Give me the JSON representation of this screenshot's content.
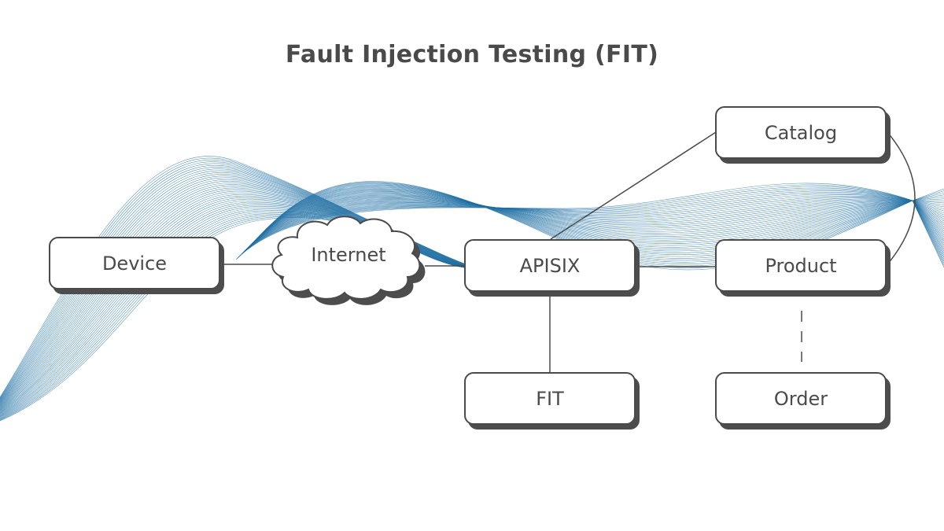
{
  "title": "Fault Injection Testing (FIT)",
  "colors": {
    "node_border": "#4a4a4a",
    "node_shadow": "#4d4d4d",
    "text": "#4a4a4a",
    "wave": "#1f6fa3",
    "connector": "#4a4a4a"
  },
  "nodes": {
    "device": "Device",
    "internet": "Internet",
    "apisix": "APISIX",
    "catalog": "Catalog",
    "product": "Product",
    "fit": "FIT",
    "order": "Order"
  },
  "connections": [
    {
      "from": "Device",
      "to": "Internet",
      "style": "solid"
    },
    {
      "from": "Internet",
      "to": "APISIX",
      "style": "solid"
    },
    {
      "from": "APISIX",
      "to": "Catalog",
      "style": "solid"
    },
    {
      "from": "APISIX",
      "to": "Product",
      "style": "solid"
    },
    {
      "from": "APISIX",
      "to": "FIT",
      "style": "solid"
    },
    {
      "from": "Catalog",
      "to": "Product",
      "style": "solid-arc"
    },
    {
      "from": "Product",
      "to": "Order",
      "style": "dashed"
    }
  ]
}
